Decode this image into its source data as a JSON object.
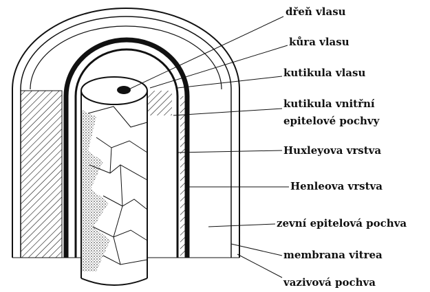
{
  "diagram": {
    "labels": [
      "dřeň vlasu",
      "kůra vlasu",
      "kutikula vlasu",
      "kutikula vnitřní",
      "epitelové pochvy",
      "Huxleyova vrstva",
      "Henleova vrstva",
      "zevní epitelová pochva",
      "membrana vitrea",
      "vazivová pochva"
    ]
  }
}
